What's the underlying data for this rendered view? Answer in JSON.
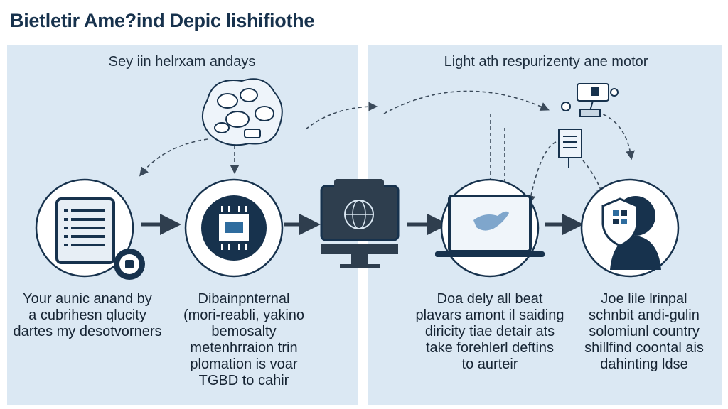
{
  "title": "Bietletir Ame?ind Depic lishifiothe",
  "sections": [
    {
      "heading": "Sey iin helrxam andays"
    },
    {
      "heading": "Light ath respurizenty ane motor"
    }
  ],
  "steps": [
    {
      "icon": "tablet-checklist-icon",
      "lines": [
        "Your aunic anand by",
        "a cubrihesn qlucity",
        "dartes my desotvorners"
      ]
    },
    {
      "icon": "chip-circuit-icon",
      "lines": [
        "Dibainpnternal",
        "(mori-reabli, yakino",
        "bemosalty",
        "metenhrraion trin",
        "plomation is voar",
        "TGBD to cahir"
      ]
    },
    {
      "icon": "laptop-bird-icon",
      "lines": [
        "Doa dely all beat",
        "plavars amont il saiding",
        "diricity tiae detair ats",
        "take forehlerl deftins",
        "to aurteir"
      ]
    },
    {
      "icon": "shield-person-icon",
      "lines": [
        "Joe lile lrinpal",
        "schnbit andi-gulin",
        "solomiunl country",
        "shillfind coontal ais",
        "dahinting ldse"
      ]
    }
  ],
  "colors": {
    "panel": "#dbe8f3",
    "navy": "#17324d",
    "accent": "#2e6c9e",
    "line": "#3b4a5a"
  }
}
